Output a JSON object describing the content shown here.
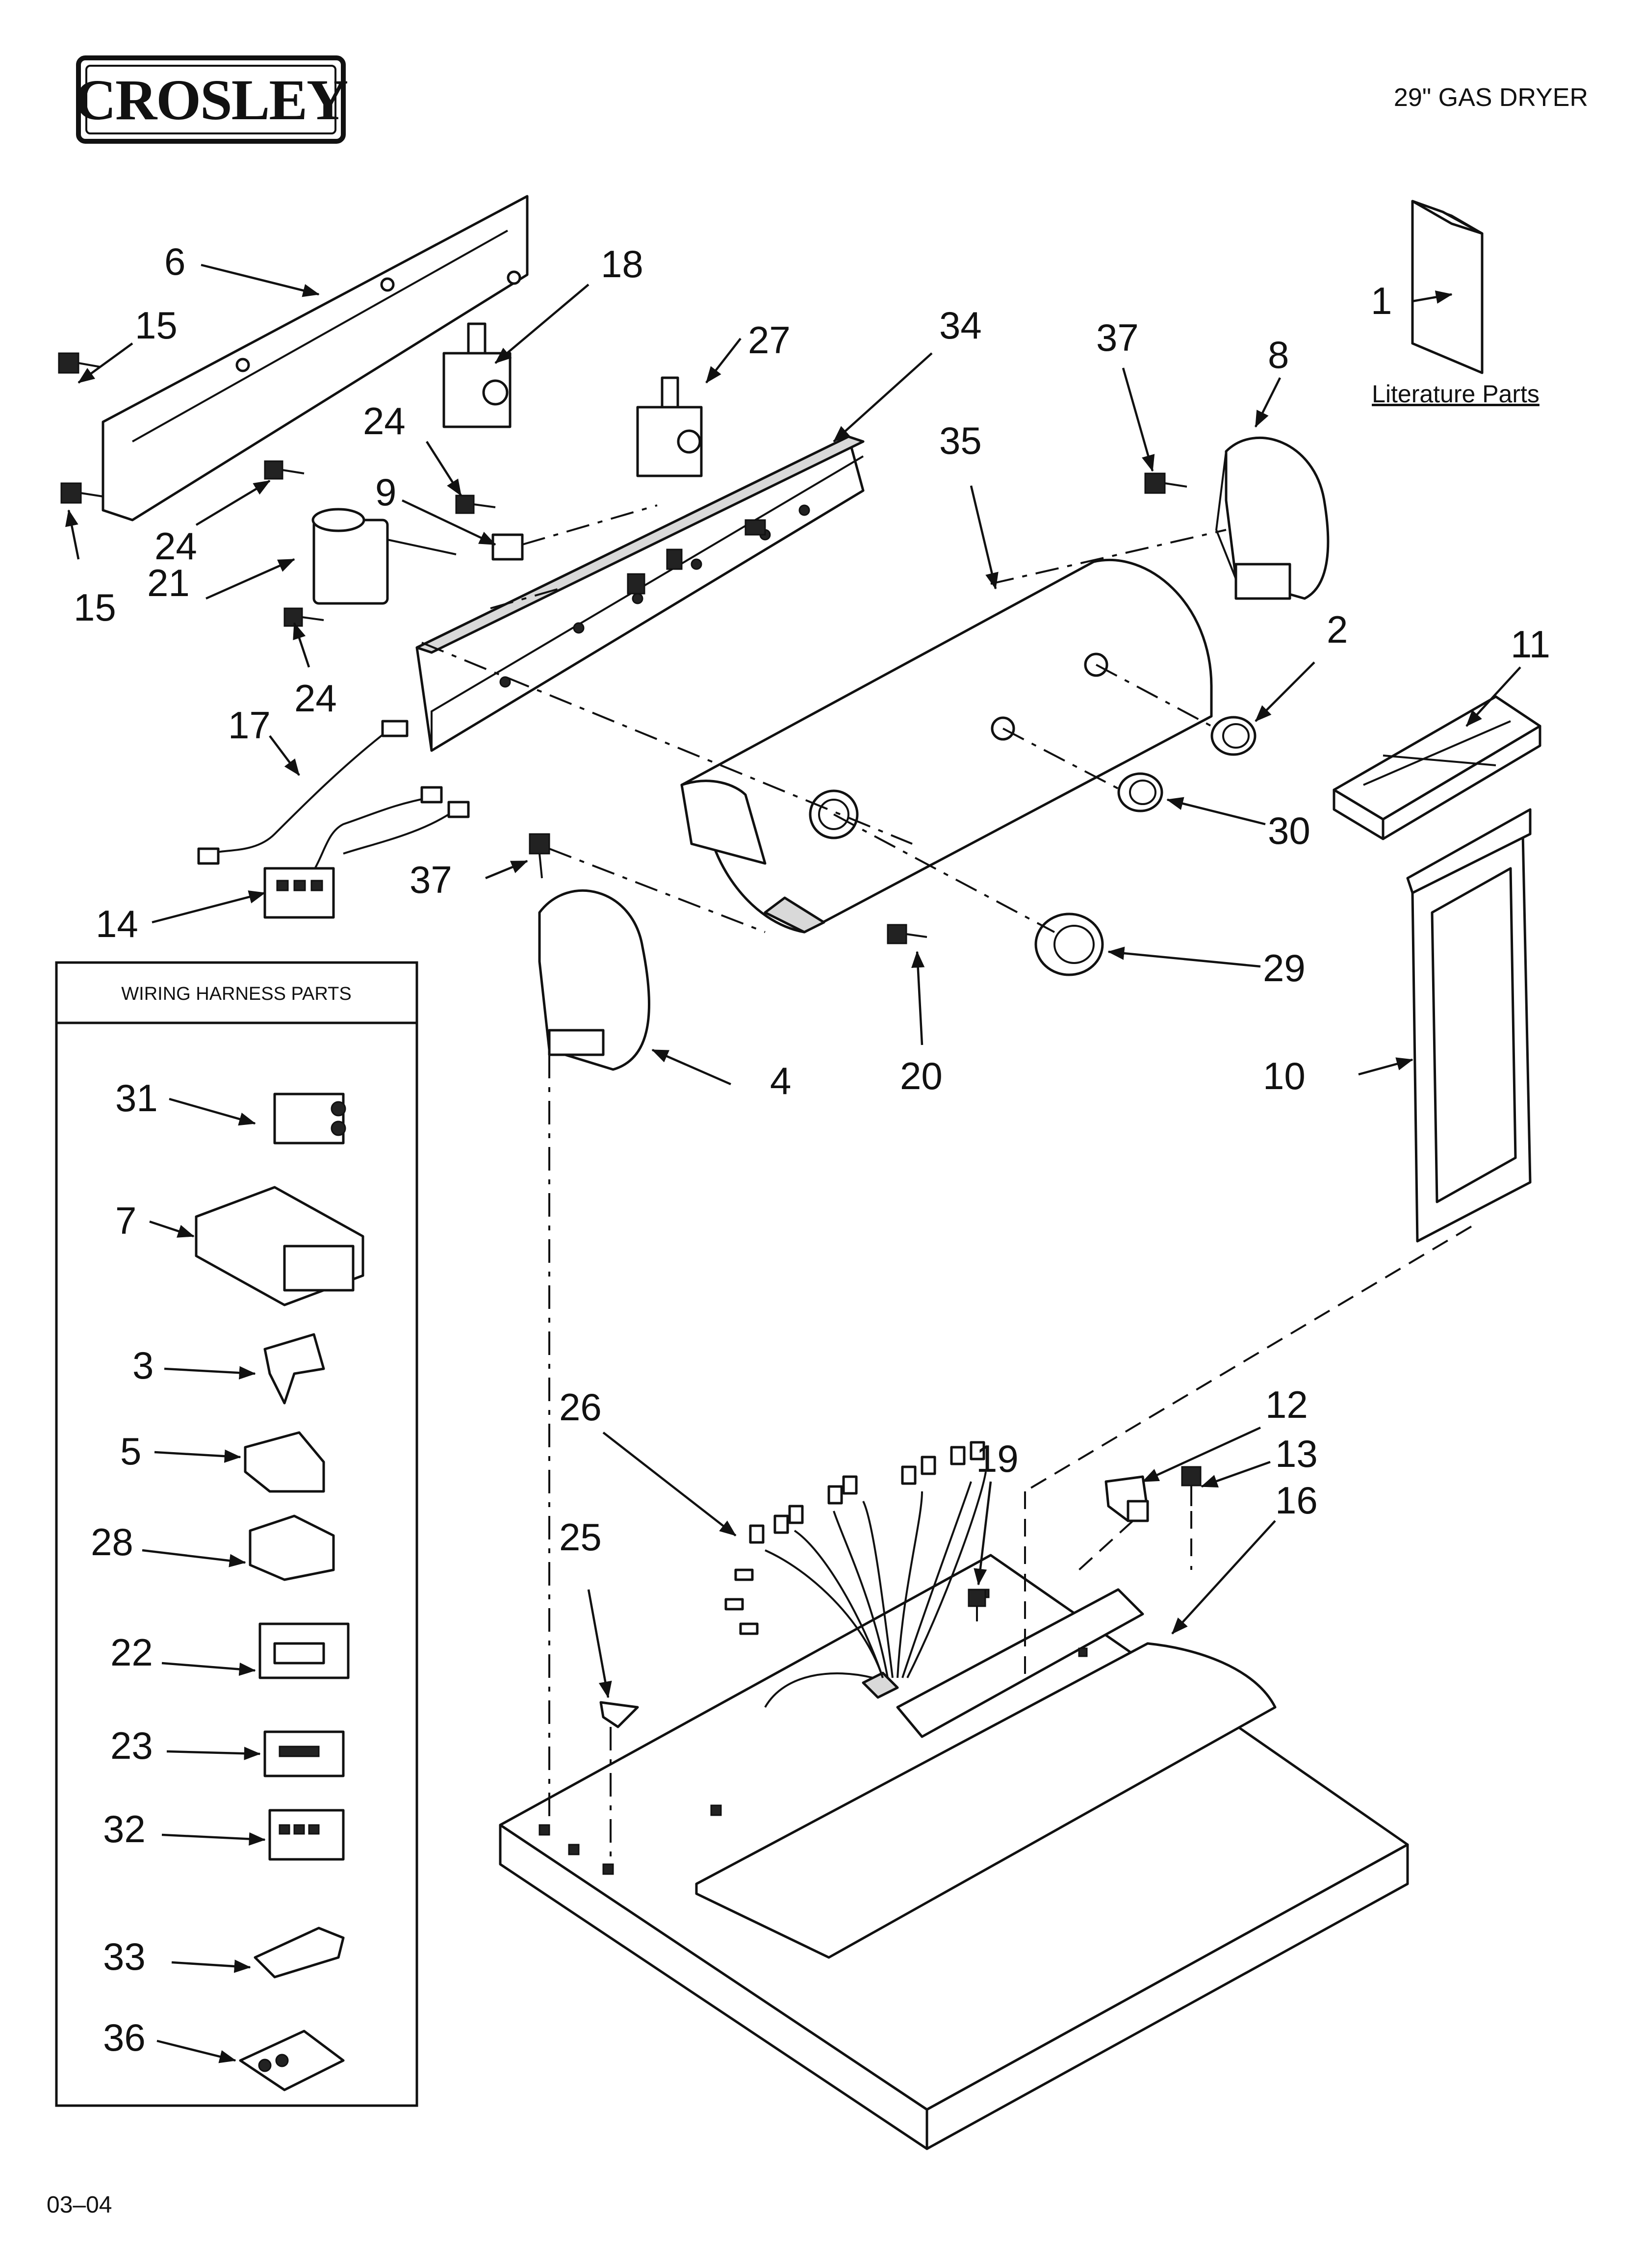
{
  "header": {
    "brand": "CROSLEY",
    "model_title": "29\" GAS DRYER"
  },
  "literature": {
    "label": "Literature Parts"
  },
  "wiring_box": {
    "title": "WIRING HARNESS PARTS"
  },
  "footer": {
    "doc_code": "03–04"
  },
  "callouts": [
    {
      "id": "c1",
      "text": "1"
    },
    {
      "id": "c2",
      "text": "2"
    },
    {
      "id": "c4",
      "text": "4"
    },
    {
      "id": "c6",
      "text": "6"
    },
    {
      "id": "c8",
      "text": "8"
    },
    {
      "id": "c9",
      "text": "9"
    },
    {
      "id": "c10",
      "text": "10"
    },
    {
      "id": "c11",
      "text": "11"
    },
    {
      "id": "c12",
      "text": "12"
    },
    {
      "id": "c13",
      "text": "13"
    },
    {
      "id": "c14",
      "text": "14"
    },
    {
      "id": "c15a",
      "text": "15"
    },
    {
      "id": "c15b",
      "text": "15"
    },
    {
      "id": "c15c",
      "text": "15"
    },
    {
      "id": "c16",
      "text": "16"
    },
    {
      "id": "c17",
      "text": "17"
    },
    {
      "id": "c18",
      "text": "18"
    },
    {
      "id": "c19",
      "text": "19"
    },
    {
      "id": "c20",
      "text": "20"
    },
    {
      "id": "c21",
      "text": "21"
    },
    {
      "id": "c24a",
      "text": "24"
    },
    {
      "id": "c24b",
      "text": "24"
    },
    {
      "id": "c24c",
      "text": "24"
    },
    {
      "id": "c25",
      "text": "25"
    },
    {
      "id": "c26",
      "text": "26"
    },
    {
      "id": "c27",
      "text": "27"
    },
    {
      "id": "c29",
      "text": "29"
    },
    {
      "id": "c30",
      "text": "30"
    },
    {
      "id": "c34",
      "text": "34"
    },
    {
      "id": "c35",
      "text": "35"
    },
    {
      "id": "c37a",
      "text": "37"
    },
    {
      "id": "c37b",
      "text": "37"
    }
  ],
  "wiring_callouts": [
    {
      "id": "w31",
      "text": "31"
    },
    {
      "id": "w7",
      "text": "7"
    },
    {
      "id": "w3",
      "text": "3"
    },
    {
      "id": "w5",
      "text": "5"
    },
    {
      "id": "w28",
      "text": "28"
    },
    {
      "id": "w22",
      "text": "22"
    },
    {
      "id": "w23",
      "text": "23"
    },
    {
      "id": "w32",
      "text": "32"
    },
    {
      "id": "w33",
      "text": "33"
    },
    {
      "id": "w36",
      "text": "36"
    }
  ]
}
